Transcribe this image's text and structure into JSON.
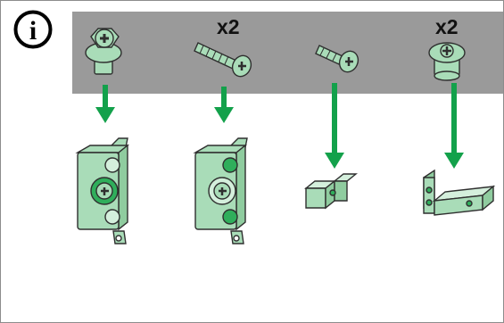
{
  "info_symbol": "i",
  "quantity_labels": [
    "x2",
    "x2"
  ],
  "colors": {
    "hardware_green": "#a9dcb8",
    "hardware_outline": "#2f2f2f",
    "arrow_green": "#13a14b",
    "band_grey": "#9a9a9a",
    "hole_green": "#2fae5b"
  },
  "icons": [
    "info-icon",
    "hex-screw-icon",
    "long-screw-icon",
    "short-screw-icon",
    "mushroom-screw-icon",
    "arrow-down-icon",
    "terminal-block-icon",
    "z-bracket-icon",
    "angle-bracket-icon"
  ]
}
